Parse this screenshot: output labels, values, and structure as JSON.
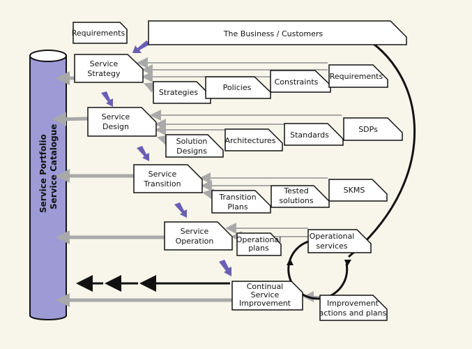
{
  "cylinder": {
    "line1": "Service Portfolio",
    "line2": "Service Catalogue",
    "color": "#9d9ad6"
  },
  "top": {
    "requirements": "Requirements",
    "business": "The Business / Customers"
  },
  "stages": [
    {
      "l1": "Service",
      "l2": "Strategy"
    },
    {
      "l1": "Service",
      "l2": "Design"
    },
    {
      "l1": "Service",
      "l2": "Transition"
    },
    {
      "l1": "Service",
      "l2": "Operation"
    },
    {
      "l1": "Continual",
      "l2": "Service",
      "l3": "Improvement"
    }
  ],
  "inputs": {
    "strategies": "Strategies",
    "policies": "Policies",
    "constraints": "Constraints",
    "requirements": "Requirements",
    "solution_l1": "Solution",
    "solution_l2": "Designs",
    "architectures": "Architectures",
    "standards": "Standards",
    "sdps": "SDPs",
    "transition_l1": "Transition",
    "transition_l2": "Plans",
    "tested_l1": "Tested",
    "tested_l2": "solutions",
    "skms": "SKMS",
    "opplans_l1": "Operational",
    "opplans_l2": "plans",
    "opservices_l1": "Operational",
    "opservices_l2": "services",
    "improve_l1": "Improvement",
    "improve_l2": "actions and plans"
  },
  "colors": {
    "purple_arrow": "#6a5fb5",
    "grey_arrow": "#a9a9a9"
  }
}
